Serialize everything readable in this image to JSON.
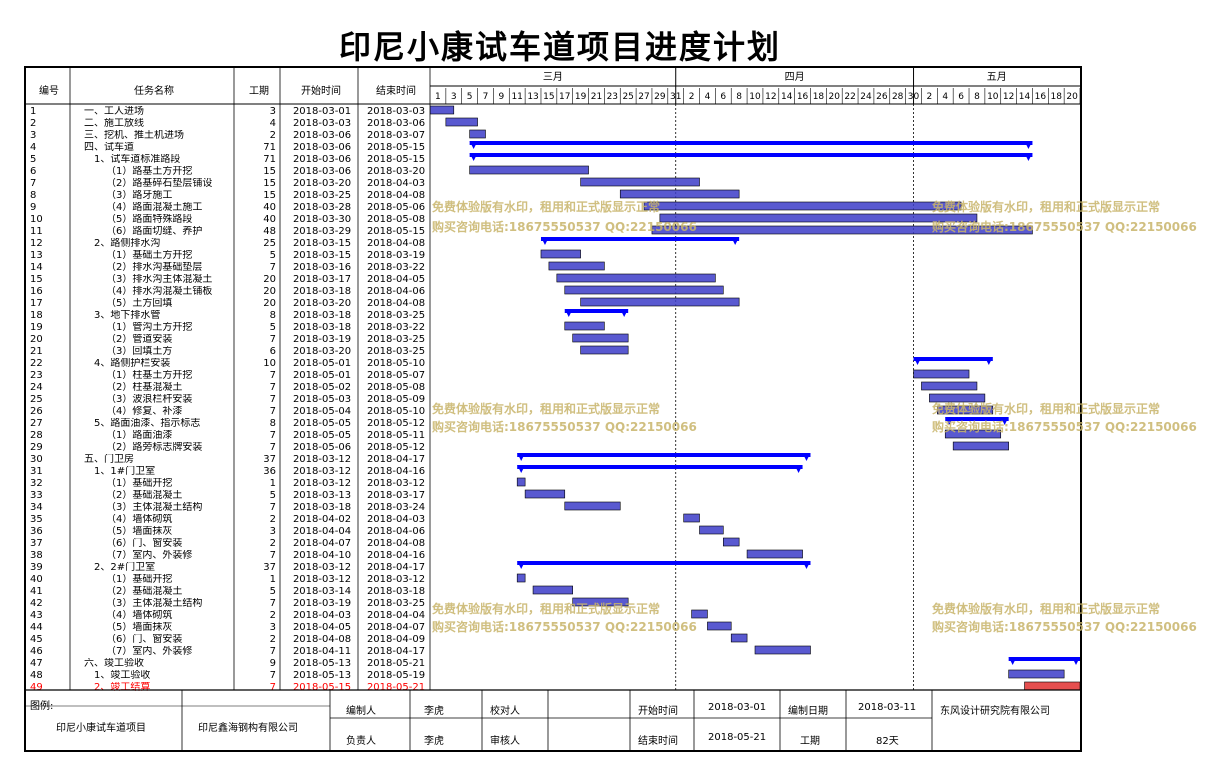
{
  "title": "印尼小康试车道项目进度计划",
  "headers": {
    "num": "编号",
    "name": "任务名称",
    "dur": "工期",
    "start": "开始时间",
    "end": "结束时间"
  },
  "months": [
    {
      "label": "三月",
      "start": "2018-03-01",
      "days": 31
    },
    {
      "label": "四月",
      "start": "2018-04-01",
      "days": 30
    },
    {
      "label": "五月",
      "start": "2018-05-01",
      "days": 21
    }
  ],
  "day_ticks": [
    {
      "m": 0,
      "labels": [
        "1",
        "3",
        "5",
        "7",
        "9",
        "11",
        "13",
        "15",
        "17",
        "19",
        "21",
        "23",
        "25",
        "27",
        "29",
        "31"
      ]
    },
    {
      "m": 1,
      "labels": [
        "2",
        "4",
        "6",
        "8",
        "10",
        "12",
        "14",
        "16",
        "18",
        "20",
        "22",
        "24",
        "26",
        "28",
        "30"
      ]
    },
    {
      "m": 2,
      "labels": [
        "2",
        "4",
        "6",
        "8",
        "10",
        "12",
        "14",
        "16",
        "18",
        "20"
      ]
    }
  ],
  "chart_data": {
    "type": "gantt",
    "title": "印尼小康试车道项目进度计划",
    "x_range": [
      "2018-03-01",
      "2018-05-21"
    ],
    "tasks": [
      {
        "id": "1",
        "name": "一、工人进场",
        "level": 1,
        "dur": 3,
        "start": "2018-03-01",
        "end": "2018-03-03"
      },
      {
        "id": "2",
        "name": "二、施工放线",
        "level": 1,
        "dur": 4,
        "start": "2018-03-03",
        "end": "2018-03-06"
      },
      {
        "id": "3",
        "name": "三、挖机、推土机进场",
        "level": 1,
        "dur": 2,
        "start": "2018-03-06",
        "end": "2018-03-07"
      },
      {
        "id": "4",
        "name": "四、试车道",
        "level": 1,
        "dur": 71,
        "start": "2018-03-06",
        "end": "2018-05-15",
        "summary": true
      },
      {
        "id": "5",
        "name": "1、试车道标准路段",
        "level": 2,
        "dur": 71,
        "start": "2018-03-06",
        "end": "2018-05-15",
        "summary": true
      },
      {
        "id": "6",
        "name": "（1）路基土方开挖",
        "level": 3,
        "dur": 15,
        "start": "2018-03-06",
        "end": "2018-03-20"
      },
      {
        "id": "7",
        "name": "（2）路基碎石垫层铺设",
        "level": 3,
        "dur": 15,
        "start": "2018-03-20",
        "end": "2018-04-03"
      },
      {
        "id": "8",
        "name": "（3）路牙施工",
        "level": 3,
        "dur": 15,
        "start": "2018-03-25",
        "end": "2018-04-08"
      },
      {
        "id": "9",
        "name": "（4）路面混凝土施工",
        "level": 3,
        "dur": 40,
        "start": "2018-03-28",
        "end": "2018-05-06"
      },
      {
        "id": "10",
        "name": "（5）路面特殊路段",
        "level": 3,
        "dur": 40,
        "start": "2018-03-30",
        "end": "2018-05-08"
      },
      {
        "id": "11",
        "name": "（6）路面切缝、养护",
        "level": 3,
        "dur": 48,
        "start": "2018-03-29",
        "end": "2018-05-15"
      },
      {
        "id": "12",
        "name": "2、路侧排水沟",
        "level": 2,
        "dur": 25,
        "start": "2018-03-15",
        "end": "2018-04-08",
        "summary": true
      },
      {
        "id": "13",
        "name": "（1）基础土方开挖",
        "level": 3,
        "dur": 5,
        "start": "2018-03-15",
        "end": "2018-03-19"
      },
      {
        "id": "14",
        "name": "（2）排水沟基础垫层",
        "level": 3,
        "dur": 7,
        "start": "2018-03-16",
        "end": "2018-03-22"
      },
      {
        "id": "15",
        "name": "（3）排水沟主体混凝土",
        "level": 3,
        "dur": 20,
        "start": "2018-03-17",
        "end": "2018-04-05"
      },
      {
        "id": "16",
        "name": "（4）排水沟混凝土铺板",
        "level": 3,
        "dur": 20,
        "start": "2018-03-18",
        "end": "2018-04-06"
      },
      {
        "id": "17",
        "name": "（5）土方回填",
        "level": 3,
        "dur": 20,
        "start": "2018-03-20",
        "end": "2018-04-08"
      },
      {
        "id": "18",
        "name": "3、地下排水管",
        "level": 2,
        "dur": 8,
        "start": "2018-03-18",
        "end": "2018-03-25",
        "summary": true
      },
      {
        "id": "19",
        "name": "（1）管沟土方开挖",
        "level": 3,
        "dur": 5,
        "start": "2018-03-18",
        "end": "2018-03-22"
      },
      {
        "id": "20",
        "name": "（2）管道安装",
        "level": 3,
        "dur": 7,
        "start": "2018-03-19",
        "end": "2018-03-25"
      },
      {
        "id": "21",
        "name": "（3）回填土方",
        "level": 3,
        "dur": 6,
        "start": "2018-03-20",
        "end": "2018-03-25"
      },
      {
        "id": "22",
        "name": "4、路侧护栏安装",
        "level": 2,
        "dur": 10,
        "start": "2018-05-01",
        "end": "2018-05-10",
        "summary": true
      },
      {
        "id": "23",
        "name": "（1）柱基土方开挖",
        "level": 3,
        "dur": 7,
        "start": "2018-05-01",
        "end": "2018-05-07"
      },
      {
        "id": "24",
        "name": "（2）柱基混凝土",
        "level": 3,
        "dur": 7,
        "start": "2018-05-02",
        "end": "2018-05-08"
      },
      {
        "id": "25",
        "name": "（3）波浪栏杆安装",
        "level": 3,
        "dur": 7,
        "start": "2018-05-03",
        "end": "2018-05-09"
      },
      {
        "id": "26",
        "name": "（4）修复、补漆",
        "level": 3,
        "dur": 7,
        "start": "2018-05-04",
        "end": "2018-05-10"
      },
      {
        "id": "27",
        "name": "5、路面油漆、指示标志",
        "level": 2,
        "dur": 8,
        "start": "2018-05-05",
        "end": "2018-05-12",
        "summary": true
      },
      {
        "id": "28",
        "name": "（1）路面油漆",
        "level": 3,
        "dur": 7,
        "start": "2018-05-05",
        "end": "2018-05-11"
      },
      {
        "id": "29",
        "name": "（2）路旁标志牌安装",
        "level": 3,
        "dur": 7,
        "start": "2018-05-06",
        "end": "2018-05-12"
      },
      {
        "id": "30",
        "name": "五、门卫房",
        "level": 1,
        "dur": 37,
        "start": "2018-03-12",
        "end": "2018-04-17",
        "summary": true
      },
      {
        "id": "31",
        "name": "1、1#门卫室",
        "level": 2,
        "dur": 36,
        "start": "2018-03-12",
        "end": "2018-04-16",
        "summary": true
      },
      {
        "id": "32",
        "name": "（1）基础开挖",
        "level": 3,
        "dur": 1,
        "start": "2018-03-12",
        "end": "2018-03-12"
      },
      {
        "id": "33",
        "name": "（2）基础混凝土",
        "level": 3,
        "dur": 5,
        "start": "2018-03-13",
        "end": "2018-03-17"
      },
      {
        "id": "34",
        "name": "（3）主体混凝土结构",
        "level": 3,
        "dur": 7,
        "start": "2018-03-18",
        "end": "2018-03-24"
      },
      {
        "id": "35",
        "name": "（4）墙体砌筑",
        "level": 3,
        "dur": 2,
        "start": "2018-04-02",
        "end": "2018-04-03"
      },
      {
        "id": "36",
        "name": "（5）墙面抹灰",
        "level": 3,
        "dur": 3,
        "start": "2018-04-04",
        "end": "2018-04-06"
      },
      {
        "id": "37",
        "name": "（6）门、窗安装",
        "level": 3,
        "dur": 2,
        "start": "2018-04-07",
        "end": "2018-04-08"
      },
      {
        "id": "38",
        "name": "（7）室内、外装修",
        "level": 3,
        "dur": 7,
        "start": "2018-04-10",
        "end": "2018-04-16"
      },
      {
        "id": "39",
        "name": "2、2#门卫室",
        "level": 2,
        "dur": 37,
        "start": "2018-03-12",
        "end": "2018-04-17",
        "summary": true
      },
      {
        "id": "40",
        "name": "（1）基础开挖",
        "level": 3,
        "dur": 1,
        "start": "2018-03-12",
        "end": "2018-03-12"
      },
      {
        "id": "41",
        "name": "（2）基础混凝土",
        "level": 3,
        "dur": 5,
        "start": "2018-03-14",
        "end": "2018-03-18"
      },
      {
        "id": "42",
        "name": "（3）主体混凝土结构",
        "level": 3,
        "dur": 7,
        "start": "2018-03-19",
        "end": "2018-03-25"
      },
      {
        "id": "43",
        "name": "（4）墙体砌筑",
        "level": 3,
        "dur": 2,
        "start": "2018-04-03",
        "end": "2018-04-04"
      },
      {
        "id": "44",
        "name": "（5）墙面抹灰",
        "level": 3,
        "dur": 3,
        "start": "2018-04-05",
        "end": "2018-04-07"
      },
      {
        "id": "45",
        "name": "（6）门、窗安装",
        "level": 3,
        "dur": 2,
        "start": "2018-04-08",
        "end": "2018-04-09"
      },
      {
        "id": "46",
        "name": "（7）室内、外装修",
        "level": 3,
        "dur": 7,
        "start": "2018-04-11",
        "end": "2018-04-17"
      },
      {
        "id": "47",
        "name": "六、竣工验收",
        "level": 1,
        "dur": 9,
        "start": "2018-05-13",
        "end": "2018-05-21",
        "summary": true
      },
      {
        "id": "48",
        "name": "1、竣工验收",
        "level": 2,
        "dur": 7,
        "start": "2018-05-13",
        "end": "2018-05-19"
      },
      {
        "id": "49",
        "name": "2、竣工结算",
        "level": 2,
        "dur": 7,
        "start": "2018-05-15",
        "end": "2018-05-21",
        "critical": true
      }
    ]
  },
  "legend": {
    "label": "图例:",
    "project": "印尼小康试车道项目",
    "company": "印尼鑫海钢构有限公司",
    "editor_label": "编制人",
    "editor": "李虎",
    "checker_label": "校对人",
    "checker": "",
    "manager_label": "负责人",
    "manager": "李虎",
    "reviewer_label": "审核人",
    "reviewer": "",
    "start_label": "开始时间",
    "start": "2018-03-01",
    "end_label": "结束时间",
    "end": "2018-05-21",
    "date_label": "编制日期",
    "date": "2018-03-11",
    "period_label": "工期",
    "period": "82天",
    "institute": "东风设计研究院有限公司"
  },
  "watermark": {
    "line1": "免费体验版有水印，租用和正式版显示正常",
    "line2": "购买咨询电话:18675550537 QQ:22150066"
  },
  "colors": {
    "bar": "#3c3cc8",
    "summary": "#0000ff",
    "critical": "#e03030",
    "critical_text": "#ff0000"
  }
}
